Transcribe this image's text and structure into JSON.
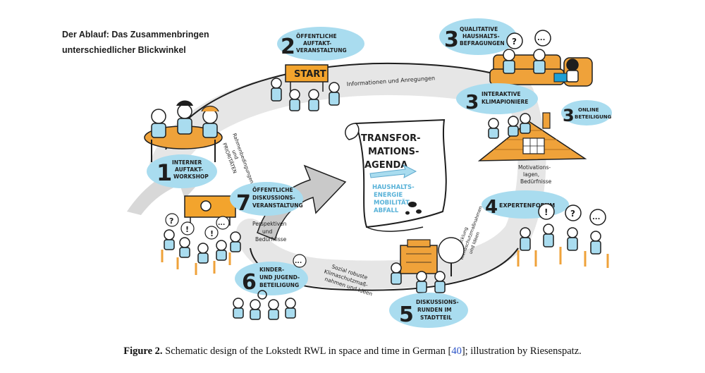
{
  "heading": {
    "line1": "Der Ablauf: Das Zusammenbringen",
    "line2": "unterschiedlicher Blickwinkel"
  },
  "center": {
    "title_lines": [
      "TRANSFOR-",
      "MATIONS-",
      "AGENDA"
    ],
    "topics": [
      "HAUSHALTS-",
      "ENERGIE",
      "MOBILITÄT",
      "ABFALL"
    ]
  },
  "start_sign": "START",
  "steps": [
    {
      "number": "1",
      "lines": [
        "INTERNER",
        "AUFTAKT-",
        "WORKSHOP"
      ]
    },
    {
      "number": "2",
      "lines": [
        "ÖFFENTLICHE",
        "AUFTAKT-",
        "VERANSTALTUNG"
      ]
    },
    {
      "number": "3",
      "lines": [
        "QUALITATIVE",
        "HAUSHALTS-",
        "BEFRAGUNGEN"
      ]
    },
    {
      "number": "3",
      "lines": [
        "INTERAKTIVE",
        "KLIMAPIONIERE"
      ]
    },
    {
      "number": "3",
      "lines": [
        "ONLINE",
        "BETEILIGUNG"
      ]
    },
    {
      "number": "4",
      "lines": [
        "EXPERTENFORUM"
      ]
    },
    {
      "number": "5",
      "lines": [
        "DISKUSSIONS-",
        "RUNDEN IM",
        "STADTTEIL"
      ]
    },
    {
      "number": "6",
      "lines": [
        "KINDER-",
        "UND JUGEND-",
        "BETEILIGUNG"
      ]
    },
    {
      "number": "7",
      "lines": [
        "ÖFFENTLICHE",
        "DISKUSSIONS-",
        "VERANSTALTUNG"
      ]
    }
  ],
  "flow_labels": {
    "rahmen": [
      "Rahmenbedingungen",
      "und",
      "PRIORITÄTEN"
    ],
    "informationen": "Informationen und Anregungen",
    "motivation": [
      "Motivations-",
      "lagen,",
      "Bedürfnisse"
    ],
    "entwicklung": [
      "Entwicklung",
      "Klimaschutzmaßnahmen",
      "und Ideen"
    ],
    "sozial": [
      "Sozial robuste",
      "Klimaschutzmaß-",
      "nahmen und Ideen"
    ],
    "perspektiven": [
      "Perspektiven",
      "und",
      "Bedürfnisse"
    ]
  },
  "speech_marks": [
    "...",
    "?",
    "!",
    "...",
    "?",
    "!",
    "...",
    "?",
    "!",
    "..."
  ],
  "caption": {
    "label": "Figure 2.",
    "text_before": " Schematic design of the Lokstedt RWL in space and time in German [",
    "ref": "40",
    "text_after": "]; illustration by Riesenspatz."
  },
  "colors": {
    "bubble": "#a9dcef",
    "band": "#e6e6e6",
    "arrow": "#c9c9c9",
    "sign": "#f3a42d",
    "furniture": "#efa23a",
    "ink": "#1e1e1e",
    "link": "#2b53c8"
  }
}
